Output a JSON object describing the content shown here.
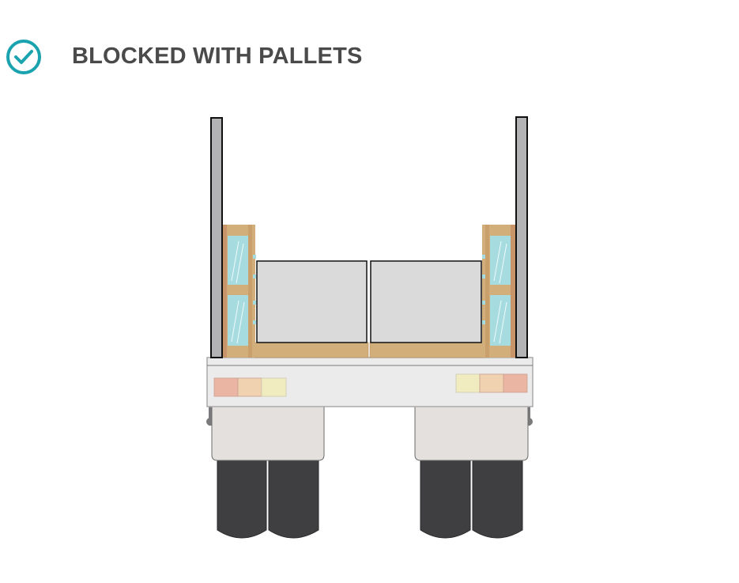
{
  "header": {
    "title": "BLOCKED WITH PALLETS",
    "icon": "check-circle-icon",
    "icon_color": "#1aa3ae",
    "title_color": "#4a4a4b"
  },
  "diagram": {
    "subject": "truck-rear-view",
    "description": "Flatbed truck rear view with cargo blocked by upright pallets against side stakes",
    "colors": {
      "stake": "#b3b3b5",
      "pallet_wood": "#d2ae7b",
      "pallet_dark": "#c8946a",
      "pallet_glass": "#a6dbe0",
      "cargo": "#dadada",
      "bed": "#ebebeb",
      "fender": "#e3e0dd",
      "tire": "#3f3f41",
      "light_red": "#ebb5a4",
      "light_orange": "#f1d2b0",
      "light_yellow": "#f1ecc0"
    }
  }
}
